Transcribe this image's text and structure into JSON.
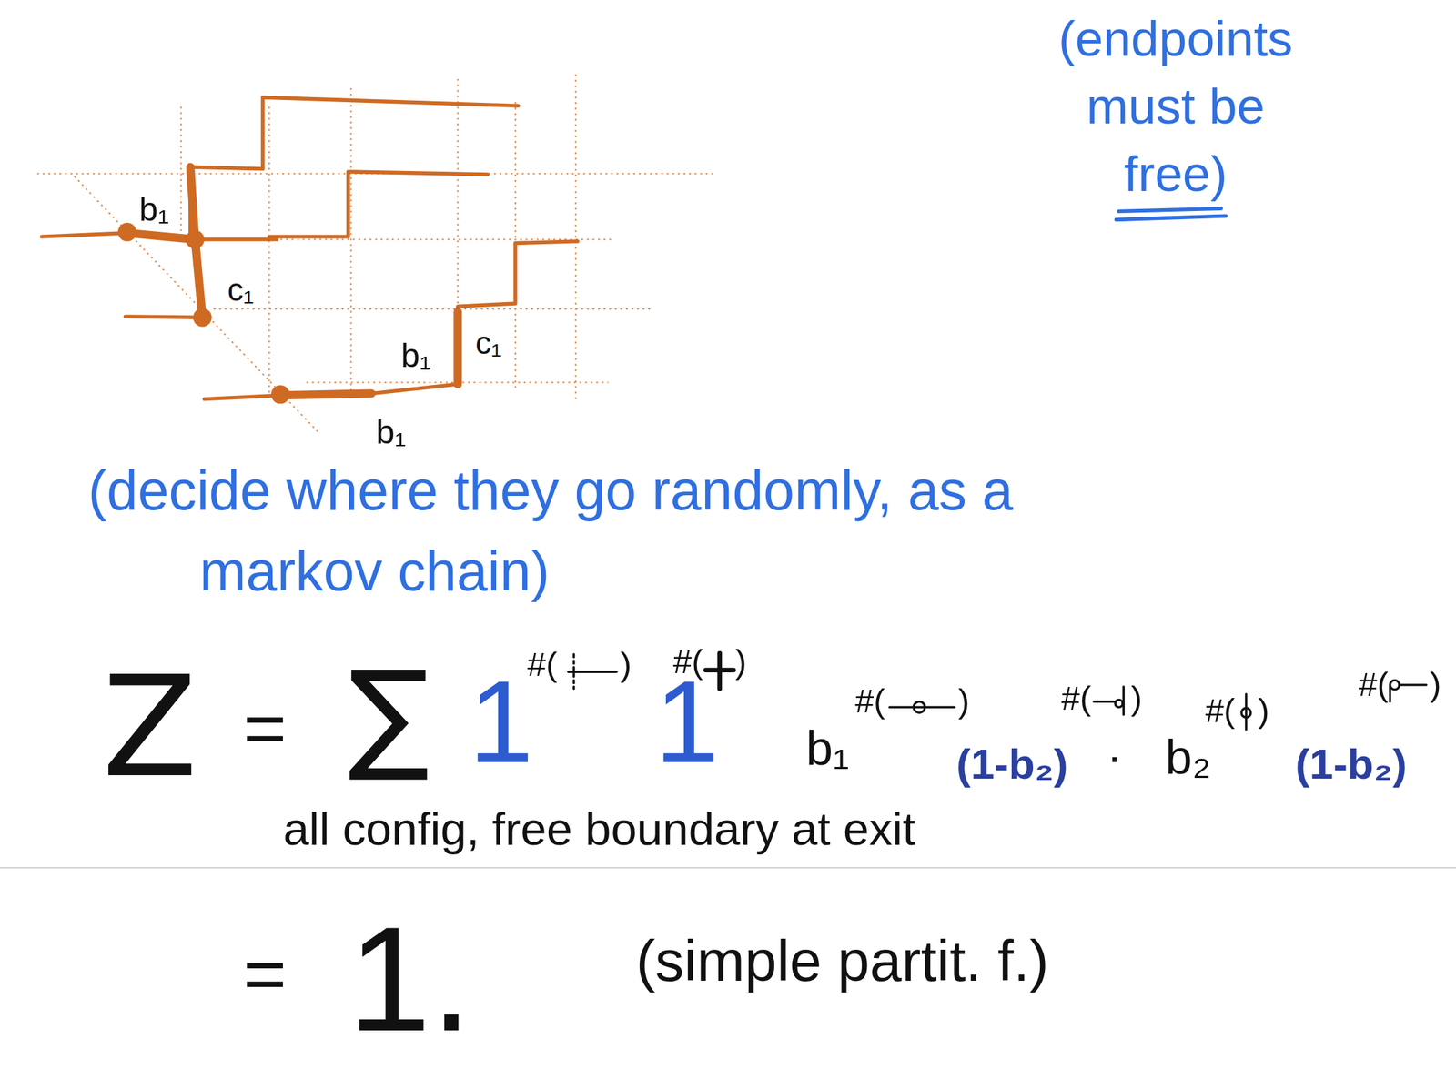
{
  "diagram": {
    "labels": [
      "(endpoints must be free)",
      "b₁",
      "c₁",
      "b₁",
      "c₁",
      "b₁",
      "(decide where they go randomly, as a markov chain)",
      "Z",
      "=",
      "∑",
      "1",
      "#(",
      ")",
      "1",
      "#(",
      ")",
      "b₁",
      "#(",
      ")",
      "(1-b₂)",
      "#(",
      ")",
      "·",
      "b₂",
      "#(",
      ")",
      "(1-b₂)",
      "#(",
      ")",
      "all config, free boundary at exit",
      "=",
      "1.",
      "(simple partit. f.)"
    ]
  }
}
